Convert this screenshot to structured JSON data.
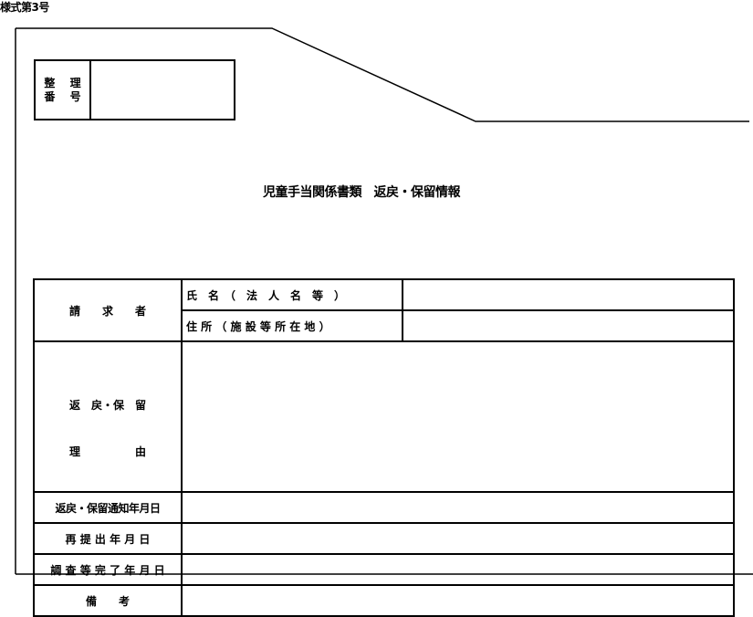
{
  "form_label": "様式第3号",
  "number_box": {
    "label_line1": "整 理",
    "label_line2": "番 号",
    "value": ""
  },
  "title": "児童手当関係書類　返戻・保留情報",
  "table": {
    "claimant_header": "請　　求　　者",
    "name_label": "氏　名　（　法　人　名　等　）",
    "name_value": "",
    "address_label": "住 所 （ 施 設 等 所 在 地 ）",
    "address_value": "",
    "reason_header_line1": "返　戻・保　留",
    "reason_header_line2": "理　　　　　由",
    "reason_value": "",
    "notice_date_header": "返戻・保留通知年月日",
    "notice_date_value": "",
    "resubmit_date_header": "再 提 出 年 月 日",
    "resubmit_date_value": "",
    "survey_date_header": "調 査 等 完 了 年 月 日",
    "survey_date_value": "",
    "remarks_header": "備　　考",
    "remarks_value": ""
  }
}
